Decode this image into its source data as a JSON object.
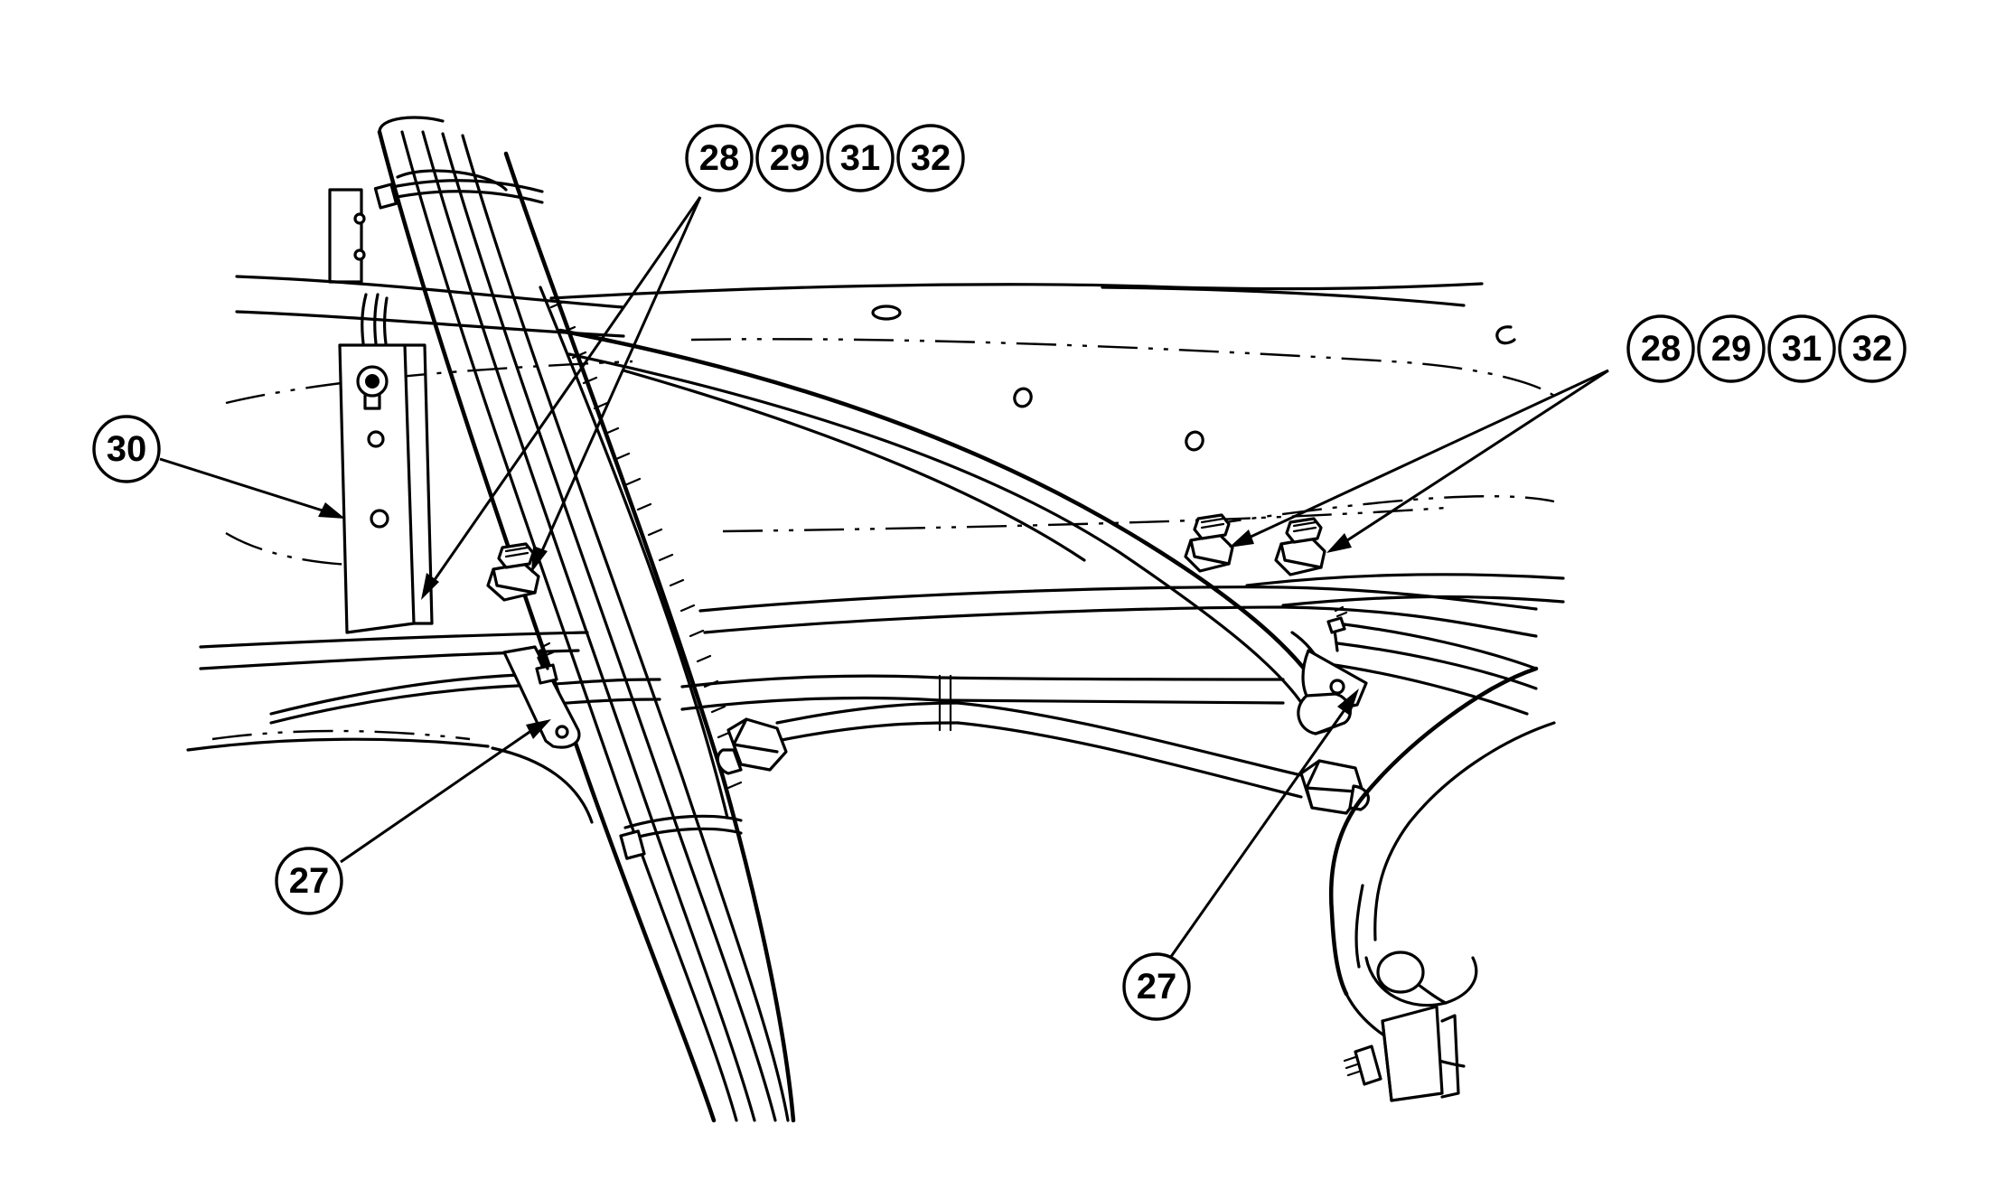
{
  "callouts": {
    "group_left": [
      "28",
      "29",
      "31",
      "32"
    ],
    "group_right": [
      "28",
      "29",
      "31",
      "32"
    ],
    "bracket_left": "30",
    "clamp_left": "27",
    "clamp_right": "27"
  }
}
